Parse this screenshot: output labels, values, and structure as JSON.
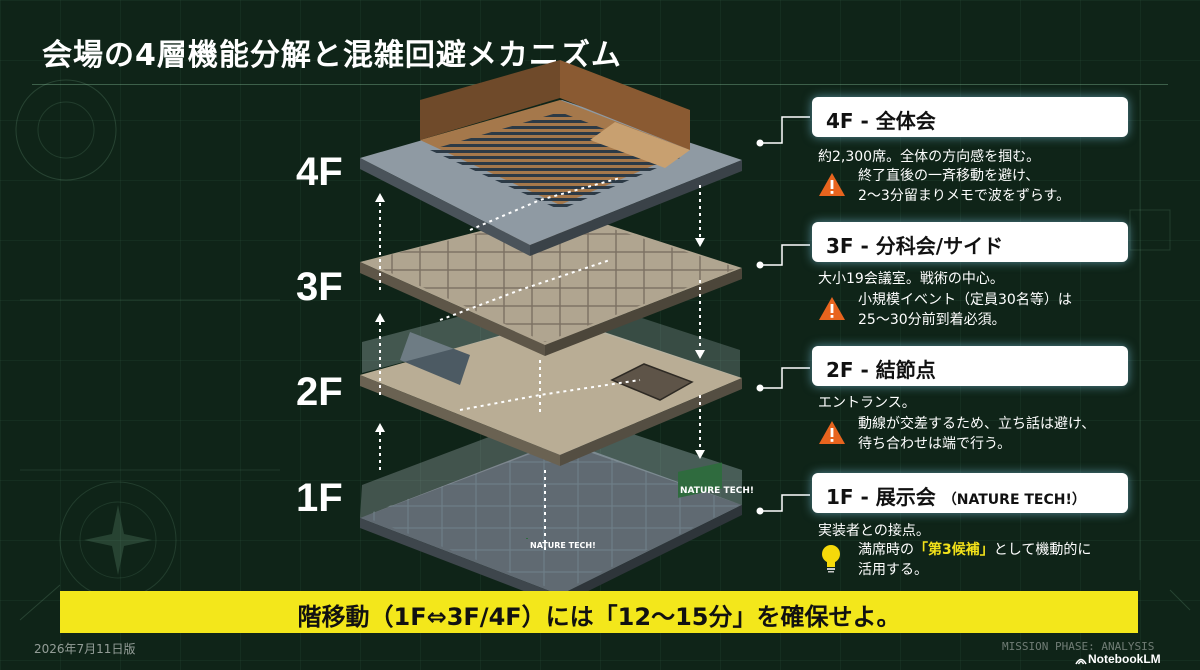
{
  "title": "会場の4層機能分解と混雑回避メカニズム",
  "floors": [
    {
      "floor": "4F",
      "label": "4F - 全体会",
      "label_sub": "",
      "description": "約2,300席。全体の方向感を掴む。",
      "note_icon": "warning-icon",
      "note_lines": [
        "終了直後の一斉移動を避け、",
        "2〜3分留まりメモで波をずらす。"
      ]
    },
    {
      "floor": "3F",
      "label": "3F - 分科会/サイド",
      "label_sub": "",
      "description": "大小19会議室。戦術の中心。",
      "note_icon": "warning-icon",
      "note_lines": [
        "小規模イベント（定員30名等）は",
        "25〜30分前到着必須。"
      ]
    },
    {
      "floor": "2F",
      "label": "2F - 結節点",
      "label_sub": "",
      "description": "エントランス。",
      "note_icon": "warning-icon",
      "note_lines": [
        "動線が交差するため、立ち話は避け、",
        "待ち合わせは端で行う。"
      ]
    },
    {
      "floor": "1F",
      "label": "1F - 展示会",
      "label_sub": "（NATURE TECH!）",
      "description": "実装者との接点。",
      "note_icon": "lightbulb-icon",
      "note_pre": "満席時の",
      "note_highlight": "「第3候補」",
      "note_post": "として機動的に",
      "note_line2": "活用する。"
    }
  ],
  "illustration_signs": [
    "NATURE TECH!",
    "NATURE TECH!"
  ],
  "banner": "階移動（1F⇔3F/4F）には「12〜15分」を確保せよ。",
  "footer": {
    "date": "2026年7月11日版",
    "mission": "MISSION PHASE: ANALYSIS",
    "brand": "NotebookLM"
  },
  "colors": {
    "background": "#0f2418",
    "banner": "#f3e71b",
    "highlight": "#f3e21a",
    "warning": "#e8641e",
    "bulb": "#f5d90a",
    "label_box": "#ffffff"
  }
}
